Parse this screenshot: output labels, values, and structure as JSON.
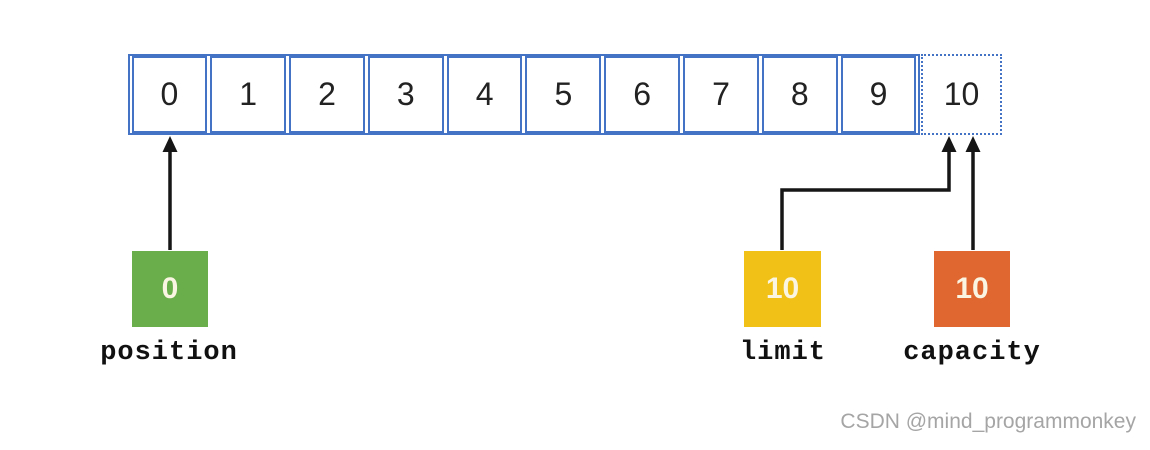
{
  "array": {
    "cells": [
      "0",
      "1",
      "2",
      "3",
      "4",
      "5",
      "6",
      "7",
      "8",
      "9"
    ],
    "overflow_cell": "10",
    "border_color": "#4472c4"
  },
  "pointers": {
    "position": {
      "label": "position",
      "value": "0",
      "color": "#6aae4b"
    },
    "limit": {
      "label": "limit",
      "value": "10",
      "color": "#f1c118"
    },
    "capacity": {
      "label": "capacity",
      "value": "10",
      "color": "#e0672f"
    }
  },
  "arrow_color": "#161616",
  "watermark": "CSDN @mind_programmonkey"
}
